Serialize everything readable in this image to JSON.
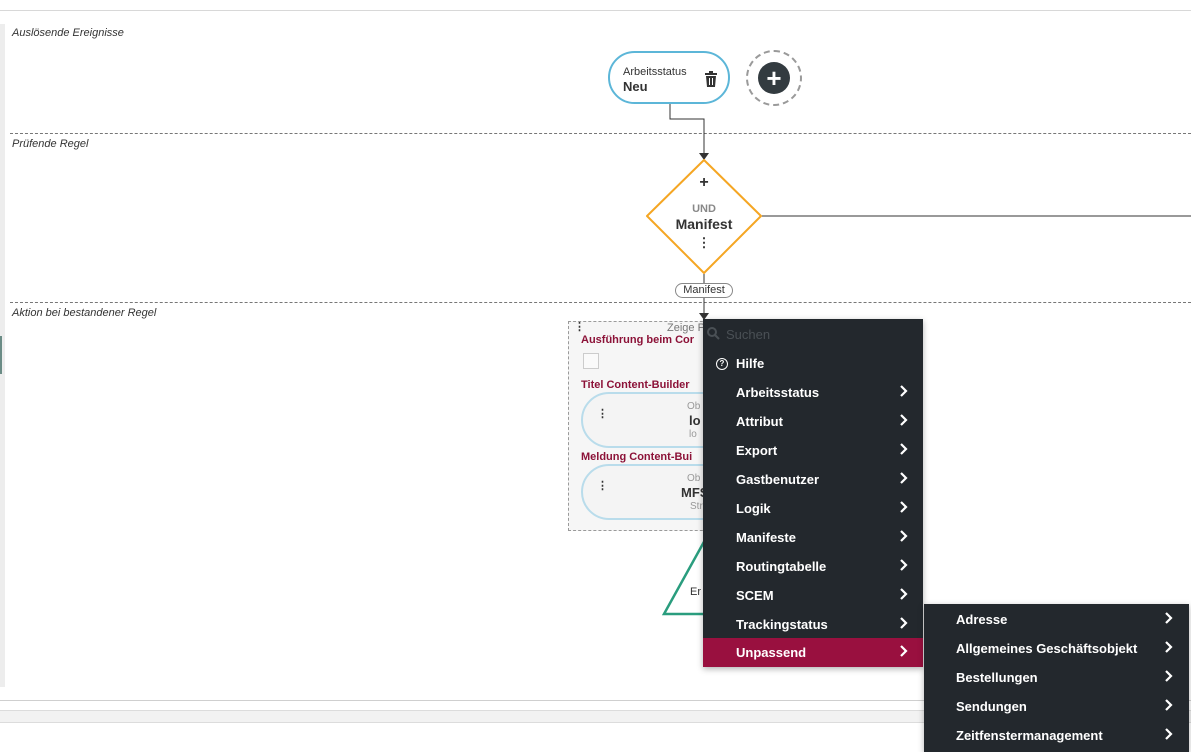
{
  "sections": {
    "trigger": "Auslösende Ereignisse",
    "rule": "Prüfende Regel",
    "action": "Aktion bei bestandener Regel"
  },
  "event_node": {
    "label": "Arbeitsstatus",
    "value": "Neu",
    "icon": "trash-icon"
  },
  "add_node": {
    "icon": "plus-icon"
  },
  "rule_node": {
    "operator": "UND",
    "name": "Manifest",
    "plus": "+",
    "dots": "⋮"
  },
  "edge_label": "Manifest",
  "action_box": {
    "header": "Zeige P",
    "dots": "⋮",
    "field1_label": "Ausführung beim Cor",
    "field2_label": "Titel Content-Builder",
    "card1": {
      "line1": "Ob",
      "line2": "lo",
      "line3": "lo"
    },
    "field3_label": "Meldung Content-Bui",
    "card2": {
      "line1": "Ob",
      "line2": "MFST",
      "line3": "Str"
    }
  },
  "end_node": {
    "label": "Er"
  },
  "menu": {
    "search_placeholder": "Suchen",
    "items": [
      {
        "label": "Hilfe",
        "icon": "help-icon"
      },
      {
        "label": "Arbeitsstatus"
      },
      {
        "label": "Attribut"
      },
      {
        "label": "Export"
      },
      {
        "label": "Gastbenutzer"
      },
      {
        "label": "Logik"
      },
      {
        "label": "Manifeste"
      },
      {
        "label": "Routingtabelle"
      },
      {
        "label": "SCEM"
      },
      {
        "label": "Trackingstatus"
      },
      {
        "label": "Unpassend",
        "active": true
      }
    ]
  },
  "submenu": {
    "items": [
      {
        "label": "Adresse"
      },
      {
        "label": "Allgemeines Geschäftsobjekt"
      },
      {
        "label": "Bestellungen"
      },
      {
        "label": "Sendungen"
      },
      {
        "label": "Zeitfenstermanagement"
      }
    ]
  },
  "colors": {
    "menu_bg": "#23282d",
    "menu_active": "#99103f",
    "event_border": "#5cb6d8",
    "rule_border": "#f5a623",
    "end_border": "#2a9d7e",
    "field_label": "#8c1238"
  }
}
